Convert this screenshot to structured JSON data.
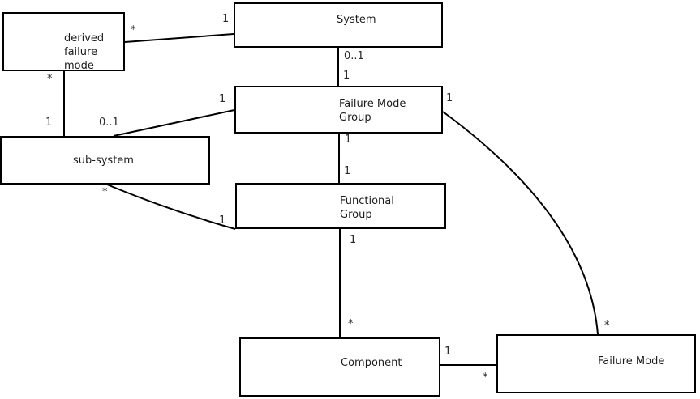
{
  "colors": {
    "background": "#ffffff",
    "line": "#000000",
    "text": "#1c1c1c"
  },
  "entities": [
    {
      "id": "derived-failure-mode",
      "label": "derived\nfailure\nmode"
    },
    {
      "id": "system",
      "label": "System"
    },
    {
      "id": "failure-mode-group",
      "label": "Failure Mode\nGroup"
    },
    {
      "id": "sub-system",
      "label": "sub-system"
    },
    {
      "id": "functional-group",
      "label": "Functional\nGroup"
    },
    {
      "id": "component",
      "label": "Component"
    },
    {
      "id": "failure-mode",
      "label": "Failure Mode"
    }
  ],
  "relations": [
    {
      "end_a": "System",
      "mult_a": "1",
      "end_b": "derived failure mode",
      "mult_b": "*"
    },
    {
      "end_a": "derived failure mode",
      "mult_a": "*",
      "end_b": "sub-system",
      "mult_b": "1"
    },
    {
      "end_a": "System",
      "mult_a": "0..1",
      "end_b": "Failure Mode Group",
      "mult_b": "1"
    },
    {
      "end_a": "Failure Mode Group",
      "mult_a": "1",
      "end_b": "sub-system",
      "mult_b": "0..1"
    },
    {
      "end_a": "Failure Mode Group",
      "mult_a": "1",
      "end_b": "Functional Group",
      "mult_b": "1"
    },
    {
      "end_a": "sub-system",
      "mult_a": "*",
      "end_b": "Functional Group",
      "mult_b": "1"
    },
    {
      "end_a": "Functional Group",
      "mult_a": "1",
      "end_b": "Component",
      "mult_b": "*"
    },
    {
      "end_a": "Component",
      "mult_a": "1",
      "end_b": "Failure Mode",
      "mult_b": "*"
    },
    {
      "end_a": "Failure Mode Group",
      "mult_a": "1",
      "end_b": "Failure Mode",
      "mult_b": "*"
    }
  ],
  "multiplicities": [
    {
      "text": "*"
    },
    {
      "text": "1"
    },
    {
      "text": "*"
    },
    {
      "text": "1"
    },
    {
      "text": "0..1"
    },
    {
      "text": "1"
    },
    {
      "text": "1"
    },
    {
      "text": "0..1"
    },
    {
      "text": "1"
    },
    {
      "text": "1"
    },
    {
      "text": "*"
    },
    {
      "text": "1"
    },
    {
      "text": "1"
    },
    {
      "text": "*"
    },
    {
      "text": "1"
    },
    {
      "text": "*"
    },
    {
      "text": "1"
    },
    {
      "text": "*"
    }
  ]
}
